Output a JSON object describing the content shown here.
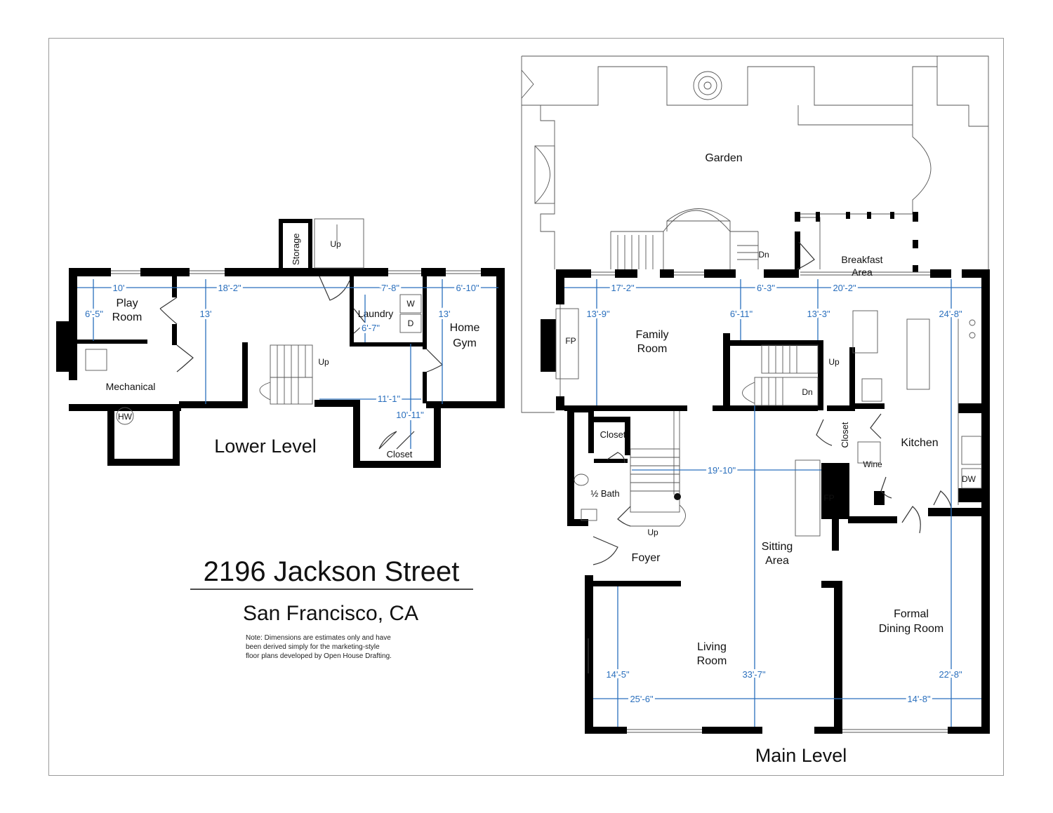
{
  "title": "2196 Jackson Street",
  "subtitle": "San Francisco, CA",
  "note": [
    "Note: Dimensions are estimates only and have",
    "been derived simply for the marketing-style",
    "floor plans developed by Open House Drafting."
  ],
  "lower_level": {
    "label": "Lower Level",
    "rooms": {
      "play_room_1": "Play",
      "play_room_2": "Room",
      "mechanical": "Mechanical",
      "hw": "HW",
      "laundry": "Laundry",
      "w": "W",
      "d": "D",
      "home_gym_1": "Home",
      "home_gym_2": "Gym",
      "storage": "Storage",
      "closet": "Closet",
      "up1": "Up",
      "up2": "Up"
    },
    "dimensions": {
      "d1": "10'",
      "d2": "18'-2\"",
      "d3": "7'-8\"",
      "d4": "6'-10\"",
      "d5": "6'-5\"",
      "d6": "13'",
      "d7": "6'-7\"",
      "d8": "13'",
      "d9": "11'-1\"",
      "d10": "10'-11\""
    }
  },
  "main_level": {
    "label": "Main Level",
    "rooms": {
      "garden": "Garden",
      "breakfast_1": "Breakfast",
      "breakfast_2": "Area",
      "family_1": "Family",
      "family_2": "Room",
      "fp1": "FP",
      "fp2": "FP",
      "closet1": "Closet",
      "closet2": "Closet",
      "bath": "½ Bath",
      "kitchen": "Kitchen",
      "wine": "Wine",
      "dw": "DW",
      "foyer": "Foyer",
      "sitting_1": "Sitting",
      "sitting_2": "Area",
      "living_1": "Living",
      "living_2": "Room",
      "dining_1": "Formal",
      "dining_2": "Dining Room",
      "dn1": "Dn",
      "dn2": "Dn",
      "up1": "Up",
      "up2": "Up"
    },
    "dimensions": {
      "d1": "17'-2\"",
      "d2": "6'-3\"",
      "d3": "20'-2\"",
      "d4": "13'-9\"",
      "d5": "6'-11\"",
      "d6": "13'-3\"",
      "d7": "24'-8\"",
      "d8": "19'-10\"",
      "d9": "14'-5\"",
      "d10": "33'-7\"",
      "d11": "22'-8\"",
      "d12": "25'-6\"",
      "d13": "14'-8\""
    }
  }
}
